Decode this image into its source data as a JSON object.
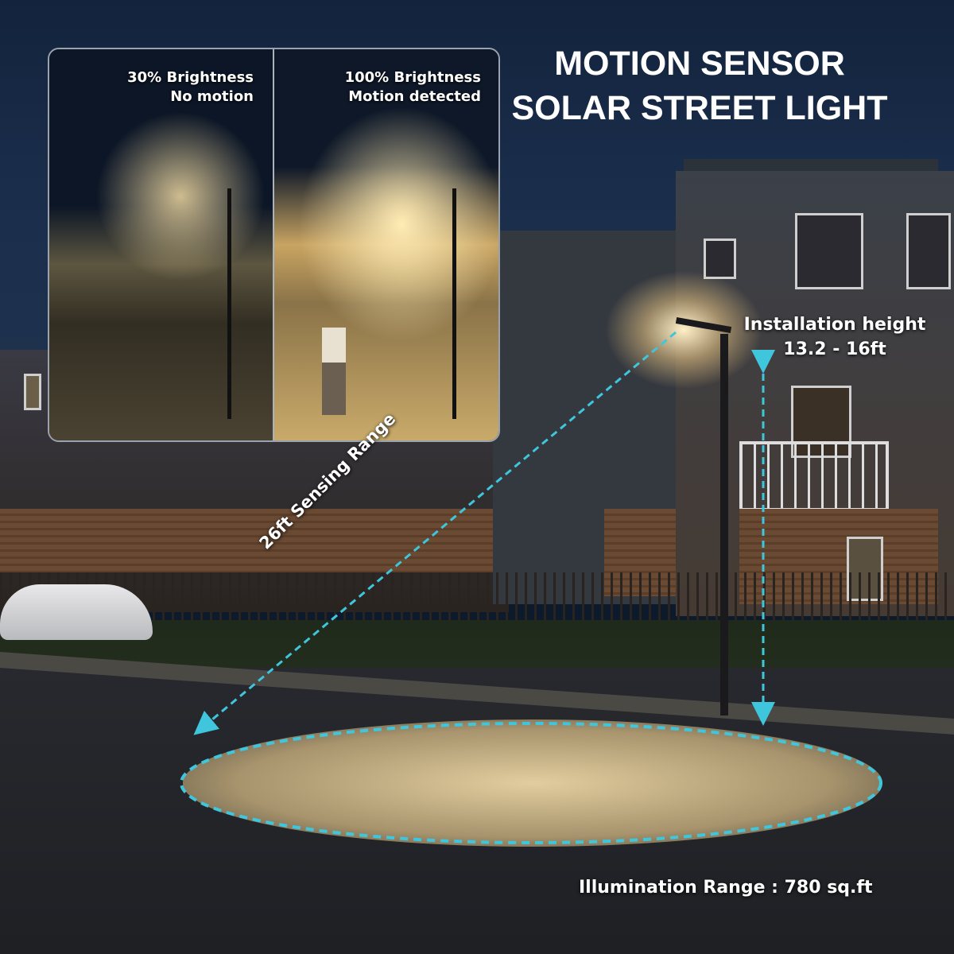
{
  "title": {
    "line1": "MOTION SENSOR",
    "line2": "SOLAR STREET LIGHT"
  },
  "inset": {
    "left": {
      "line1": "30% Brightness",
      "line2": "No motion",
      "brightness_percent": 30
    },
    "right": {
      "line1": "100% Brightness",
      "line2": "Motion detected",
      "brightness_percent": 100
    }
  },
  "annotations": {
    "installation_label": "Installation height",
    "installation_value": "13.2 - 16ft",
    "sensing": "26ft Sensing Range",
    "illumination": "Illumination Range : 780 sq.ft"
  },
  "colors": {
    "accent": "#3fc6dc",
    "text": "#ffffff"
  }
}
